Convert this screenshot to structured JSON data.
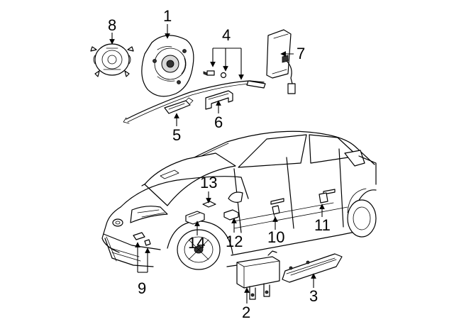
{
  "callouts": {
    "c1": "1",
    "c2": "2",
    "c3": "3",
    "c4": "4",
    "c5": "5",
    "c6": "6",
    "c7": "7",
    "c8": "8",
    "c9": "9",
    "c10": "10",
    "c11": "11",
    "c12": "12",
    "c13": "13",
    "c14": "14"
  },
  "colors": {
    "line": "#000000",
    "background": "#ffffff",
    "shade": "#d9d9d9"
  }
}
